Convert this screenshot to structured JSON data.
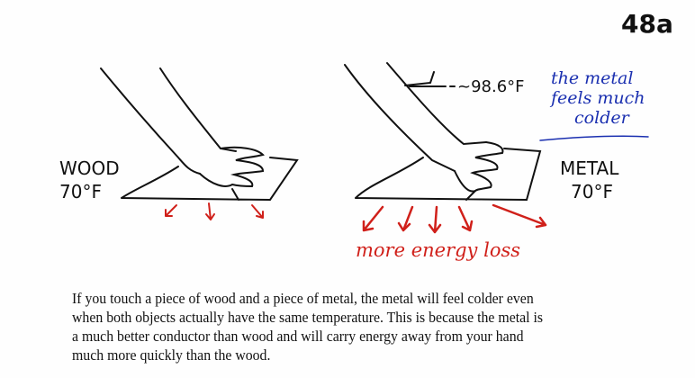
{
  "page_number": "48a",
  "body_temp_label": "~98.6°F",
  "note": [
    "the metal",
    "feels much",
    "colder"
  ],
  "wood": {
    "name": "WOOD",
    "temp": "70°F"
  },
  "metal": {
    "name": "METAL",
    "temp": "70°F"
  },
  "energy_label": "more energy loss",
  "paragraph": [
    "If you touch a piece of wood and a piece of metal, the metal will feel colder even",
    "when both objects actually have the same temperature.  This is because the metal is",
    "a much better conductor than wood and will carry energy away from your hand",
    "much more quickly than the wood."
  ],
  "colors": {
    "ink": "#111111",
    "arrow": "#d0201a",
    "note": "#1a2fb0"
  }
}
